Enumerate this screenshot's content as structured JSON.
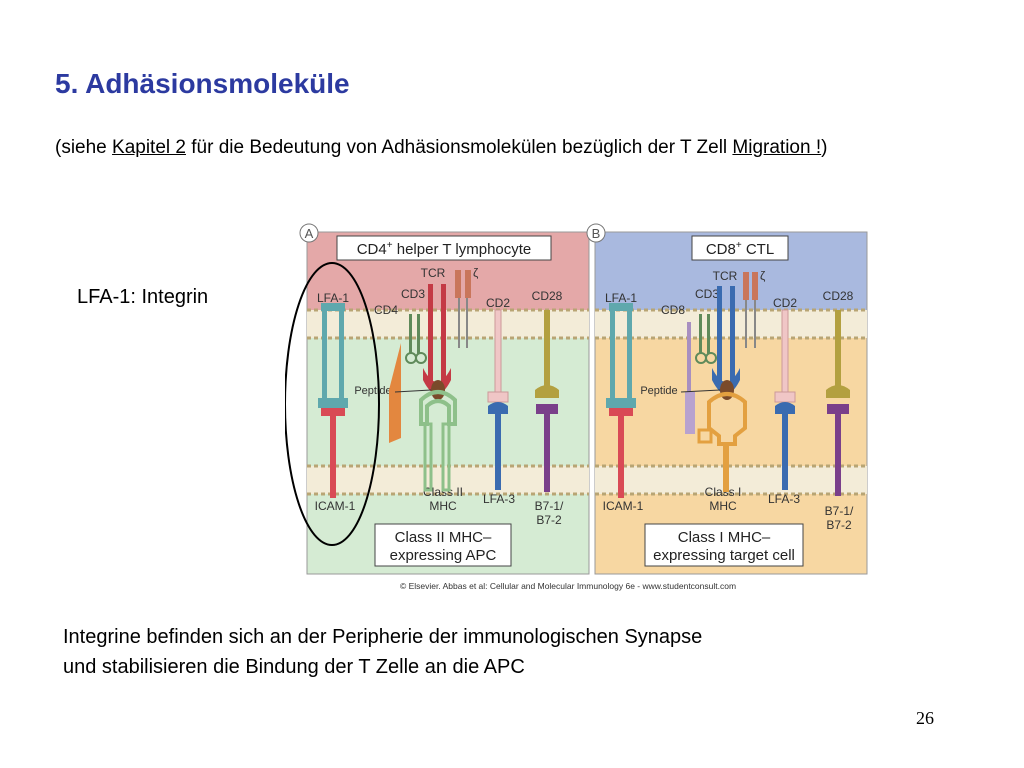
{
  "slide": {
    "title": "5. Adhäsionsmoleküle",
    "subtitle": {
      "prefix": "(siehe ",
      "link1": "Kapitel 2",
      "middle": " für die Bedeutung von Adhäsionsmolekülen bezüglich der T Zell ",
      "link2": "Migration !",
      "suffix": ")"
    },
    "callout": "LFA-1: Integrin",
    "body_line1": "Integrine befinden sich an der Peripherie der immunologischen Synapse",
    "body_line2": "und stabilisieren die Bindung der T Zelle an die APC",
    "page_number": "26"
  },
  "figure": {
    "panel_a": {
      "letter": "A",
      "cell_title_main": "CD4",
      "cell_title_sup": "+",
      "cell_title_rest": " helper T lymphocyte",
      "labels": {
        "lfa1": "LFA-1",
        "cd3": "CD3",
        "tcr": "TCR",
        "zeta": "ζ",
        "cd4": "CD4",
        "cd2": "CD2",
        "cd28": "CD28",
        "peptide": "Peptide",
        "icam1": "ICAM-1",
        "mhc_line1": "Class II",
        "mhc_line2": "MHC",
        "lfa3": "LFA-3",
        "b7_line1": "B7-1/",
        "b7_line2": "B7-2"
      },
      "apc_line1": "Class II MHC–",
      "apc_line2": "expressing APC"
    },
    "panel_b": {
      "letter": "B",
      "cell_title_main": "CD8",
      "cell_title_sup": "+",
      "cell_title_rest": " CTL",
      "labels": {
        "lfa1": "LFA-1",
        "cd8": "CD8",
        "cd3": "CD3",
        "tcr": "TCR",
        "zeta": "ζ",
        "cd2": "CD2",
        "cd28": "CD28",
        "peptide": "Peptide",
        "icam1": "ICAM-1",
        "mhc_line1": "Class I",
        "mhc_line2": "MHC",
        "lfa3": "LFA-3",
        "b7_line1": "B7-1/",
        "b7_line2": "B7-2"
      },
      "apc_line1": "Class I MHC–",
      "apc_line2": "expressing target cell"
    },
    "copyright": "© Elsevier. Abbas et al: Cellular and Molecular Immunology 6e - www.studentconsult.com"
  }
}
